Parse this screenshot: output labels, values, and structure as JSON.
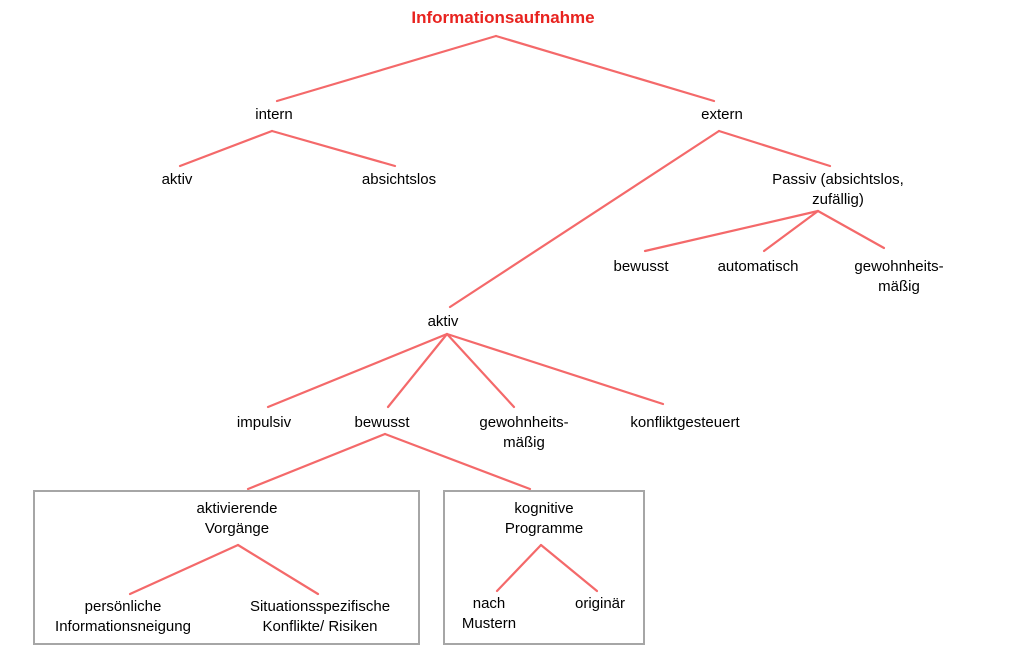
{
  "diagram": {
    "title": "Informationsaufnahme",
    "level1": {
      "intern": "intern",
      "extern": "extern"
    },
    "intern_children": {
      "aktiv": "aktiv",
      "absichtslos": "absichtslos"
    },
    "extern_children": {
      "passiv": "Passiv (absichtslos, zufällig)",
      "aktiv": "aktiv"
    },
    "passiv_children": {
      "bewusst": "bewusst",
      "automatisch": "automatisch",
      "gewohnheitsmaessig": "gewohnheits-\nmäßig"
    },
    "aktiv_children": {
      "impulsiv": "impulsiv",
      "bewusst": "bewusst",
      "gewohnheitsmaessig": "gewohnheits-\nmäßig",
      "konfliktgesteuert": "konfliktgesteuert"
    },
    "bewusst_children": {
      "aktivierende_vorgaenge": "aktivierende\nVorgänge",
      "kognitive_programme": "kognitive\nProgramme"
    },
    "aktivierende_children": {
      "persoenliche": "persönliche\nInformationsneigung",
      "situationsspezifische": "Situationsspezifische\nKonflikte/ Risiken"
    },
    "kognitive_children": {
      "nach_mustern": "nach\nMustern",
      "originaer": "originär"
    }
  },
  "colors": {
    "line": "#f4696a",
    "title_text": "#e8231f",
    "label_text": "#000000",
    "box_border": "#a6a6a6",
    "background": "#ffffff"
  }
}
